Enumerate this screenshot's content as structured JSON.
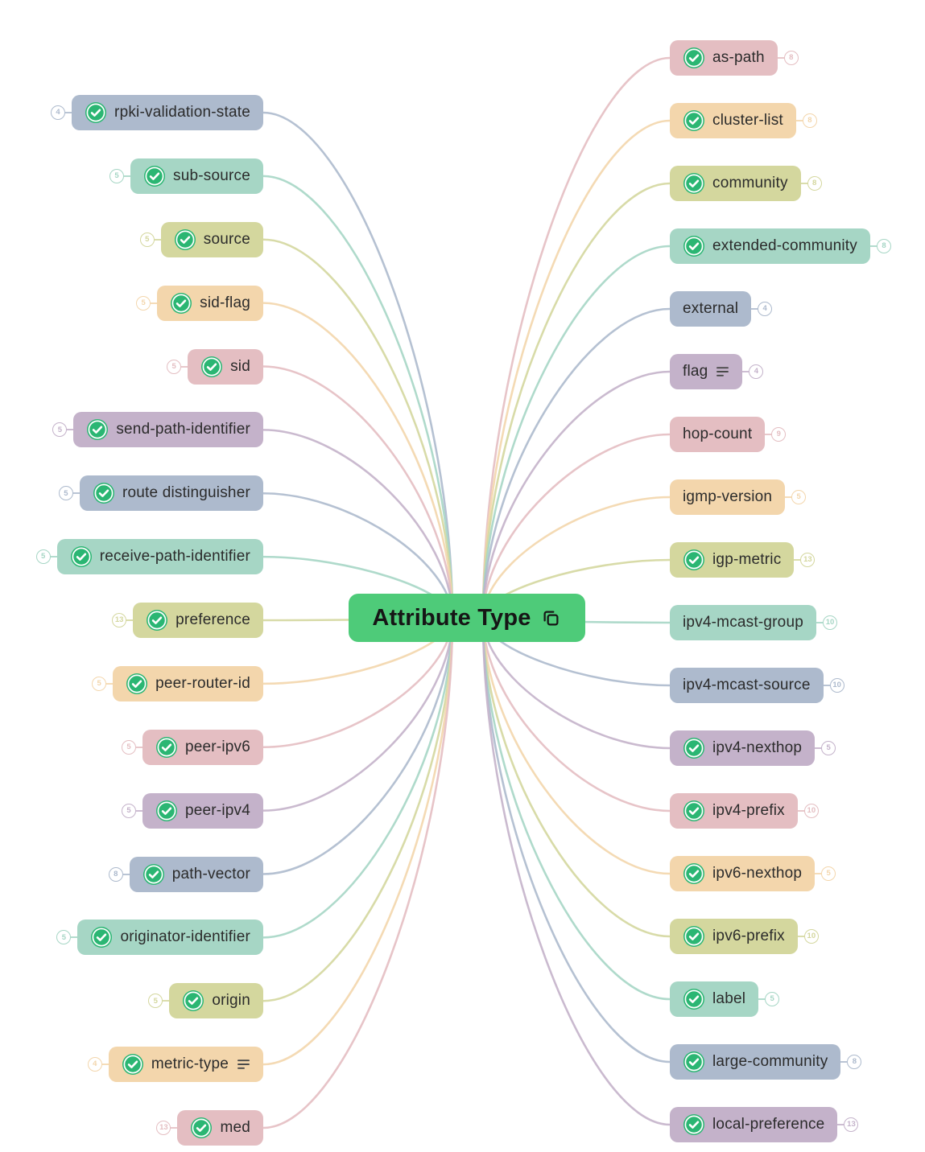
{
  "center": {
    "label": "Attribute Type",
    "bg": "#4ecb79",
    "text_color": "#161616"
  },
  "colors": {
    "slate": "#adbacd",
    "teal": "#a6d6c5",
    "olive": "#d4d79e",
    "sand": "#f3d6ac",
    "rose": "#e4bec2",
    "mauve": "#c4b2ca"
  },
  "check_color": "#2bb673",
  "left_nodes": [
    {
      "label": "rpki-validation-state",
      "badge": "4",
      "color": "slate",
      "check": true,
      "list_icon": false
    },
    {
      "label": "sub-source",
      "badge": "5",
      "color": "teal",
      "check": true,
      "list_icon": false
    },
    {
      "label": "source",
      "badge": "5",
      "color": "olive",
      "check": true,
      "list_icon": false
    },
    {
      "label": "sid-flag",
      "badge": "5",
      "color": "sand",
      "check": true,
      "list_icon": false
    },
    {
      "label": "sid",
      "badge": "5",
      "color": "rose",
      "check": true,
      "list_icon": false
    },
    {
      "label": "send-path-identifier",
      "badge": "5",
      "color": "mauve",
      "check": true,
      "list_icon": false
    },
    {
      "label": "route distinguisher",
      "badge": "5",
      "color": "slate",
      "check": true,
      "list_icon": false
    },
    {
      "label": "receive-path-identifier",
      "badge": "5",
      "color": "teal",
      "check": true,
      "list_icon": false
    },
    {
      "label": "preference",
      "badge": "13",
      "color": "olive",
      "check": true,
      "list_icon": false
    },
    {
      "label": "peer-router-id",
      "badge": "5",
      "color": "sand",
      "check": true,
      "list_icon": false
    },
    {
      "label": "peer-ipv6",
      "badge": "5",
      "color": "rose",
      "check": true,
      "list_icon": false
    },
    {
      "label": "peer-ipv4",
      "badge": "5",
      "color": "mauve",
      "check": true,
      "list_icon": false
    },
    {
      "label": "path-vector",
      "badge": "8",
      "color": "slate",
      "check": true,
      "list_icon": false
    },
    {
      "label": "originator-identifier",
      "badge": "5",
      "color": "teal",
      "check": true,
      "list_icon": false
    },
    {
      "label": "origin",
      "badge": "5",
      "color": "olive",
      "check": true,
      "list_icon": false
    },
    {
      "label": "metric-type",
      "badge": "4",
      "color": "sand",
      "check": true,
      "list_icon": true
    },
    {
      "label": "med",
      "badge": "13",
      "color": "rose",
      "check": true,
      "list_icon": false
    }
  ],
  "right_nodes": [
    {
      "label": "as-path",
      "badge": "8",
      "color": "rose",
      "check": true,
      "list_icon": false
    },
    {
      "label": "cluster-list",
      "badge": "8",
      "color": "sand",
      "check": true,
      "list_icon": false
    },
    {
      "label": "community",
      "badge": "8",
      "color": "olive",
      "check": true,
      "list_icon": false
    },
    {
      "label": "extended-community",
      "badge": "8",
      "color": "teal",
      "check": true,
      "list_icon": false
    },
    {
      "label": "external",
      "badge": "4",
      "color": "slate",
      "check": false,
      "list_icon": false
    },
    {
      "label": "flag",
      "badge": "4",
      "color": "mauve",
      "check": false,
      "list_icon": true
    },
    {
      "label": "hop-count",
      "badge": "9",
      "color": "rose",
      "check": false,
      "list_icon": false
    },
    {
      "label": "igmp-version",
      "badge": "5",
      "color": "sand",
      "check": false,
      "list_icon": false
    },
    {
      "label": "igp-metric",
      "badge": "13",
      "color": "olive",
      "check": true,
      "list_icon": false
    },
    {
      "label": "ipv4-mcast-group",
      "badge": "10",
      "color": "teal",
      "check": false,
      "list_icon": false
    },
    {
      "label": "ipv4-mcast-source",
      "badge": "10",
      "color": "slate",
      "check": false,
      "list_icon": false
    },
    {
      "label": "ipv4-nexthop",
      "badge": "5",
      "color": "mauve",
      "check": true,
      "list_icon": false
    },
    {
      "label": "ipv4-prefix",
      "badge": "10",
      "color": "rose",
      "check": true,
      "list_icon": false
    },
    {
      "label": "ipv6-nexthop",
      "badge": "5",
      "color": "sand",
      "check": true,
      "list_icon": false
    },
    {
      "label": "ipv6-prefix",
      "badge": "10",
      "color": "olive",
      "check": true,
      "list_icon": false
    },
    {
      "label": "label",
      "badge": "5",
      "color": "teal",
      "check": true,
      "list_icon": false
    },
    {
      "label": "large-community",
      "badge": "8",
      "color": "slate",
      "check": true,
      "list_icon": false
    },
    {
      "label": "local-preference",
      "badge": "13",
      "color": "mauve",
      "check": true,
      "list_icon": false
    }
  ]
}
